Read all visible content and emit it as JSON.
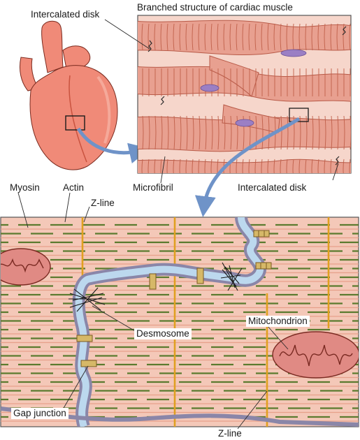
{
  "labels": {
    "intercalated_disk_top": "Intercalated disk",
    "branched_structure": "Branched structure of cardiac muscle",
    "myosin": "Myosin",
    "actin": "Actin",
    "z_line_top": "Z-line",
    "microfibril": "Microfibril",
    "intercalated_disk_right": "Intercalated disk",
    "desmosome": "Desmosome",
    "mitochondrion": "Mitochondrion",
    "gap_junction": "Gap junction",
    "z_line_bottom": "Z-line"
  },
  "colors": {
    "heart_fill": "#f08a78",
    "heart_dark": "#c9533f",
    "muscle_bg": "#f4c8b8",
    "fiber_fill": "#e8a090",
    "striation": "#c0604a",
    "nucleus": "#9b7fc4",
    "myosin": "#5b7b2f",
    "actin": "#e6a08a",
    "z_line": "#e0a020",
    "membrane": "#8a86a8",
    "cytoplasm": "#bcd8ee",
    "mito_fill": "#e08a84",
    "mito_inner": "#c84a3e",
    "arrow": "#6f93c8"
  }
}
